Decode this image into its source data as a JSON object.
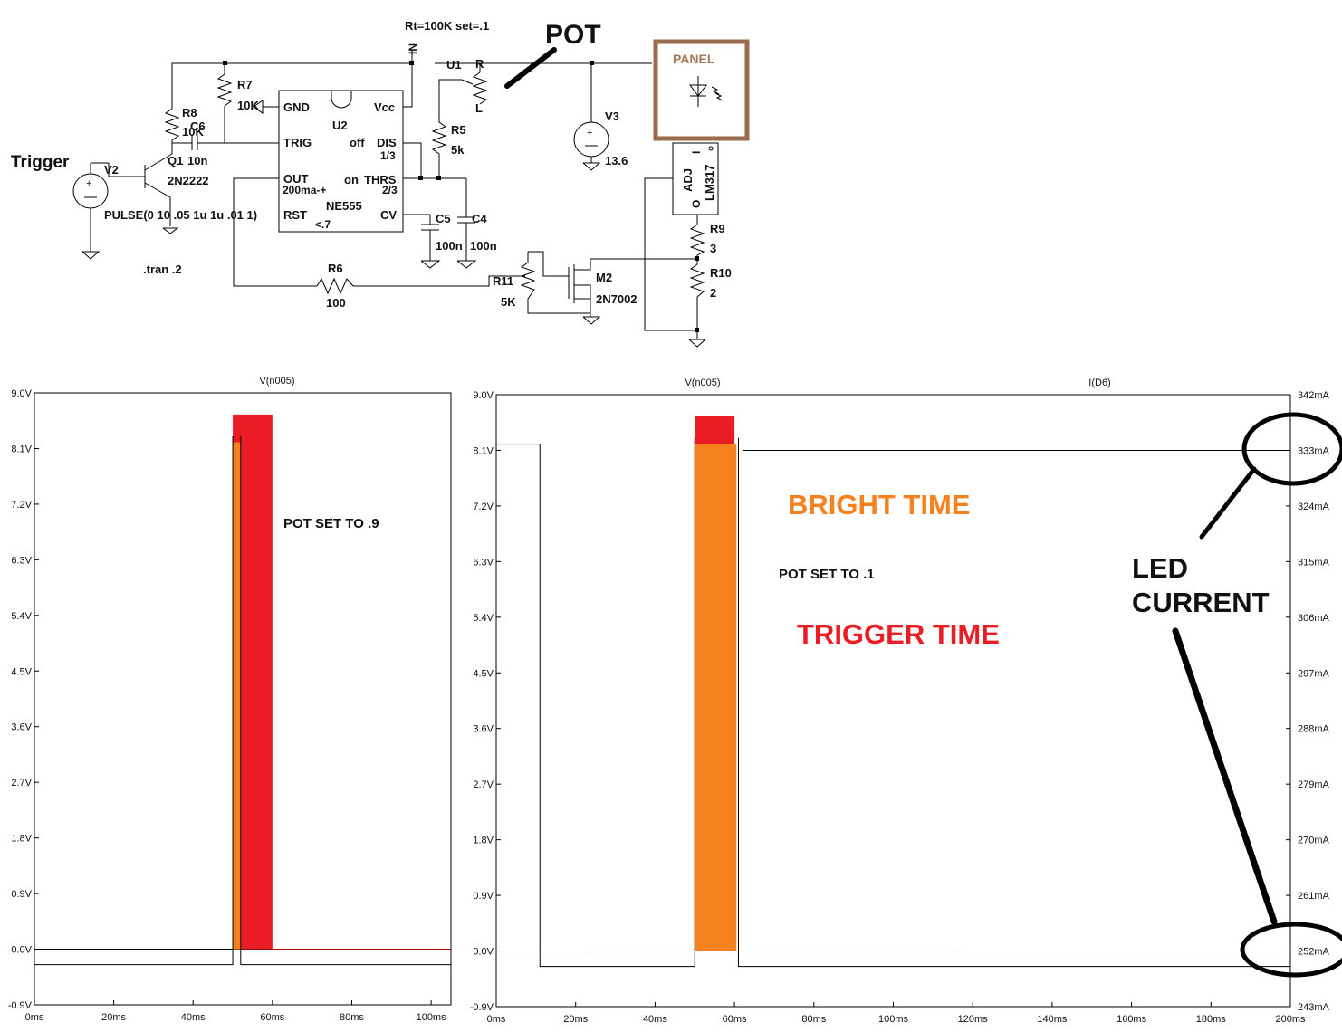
{
  "schematic": {
    "rt_note": "Rt=100K set=.1",
    "pot_label": "POT",
    "panel_label": "PANEL",
    "trigger_label": "Trigger",
    "tran_directive": ".tran .2",
    "pulse_spec": "PULSE(0 10 .05 1u 1u .01 1)",
    "components": {
      "r7": "R7",
      "r7v": "10K",
      "r8": "R8",
      "r8v": "10K",
      "c6": "C6",
      "c6v": "10n",
      "q1": "Q1",
      "q1v": "2N2222",
      "v2": "V2",
      "u1": "U1",
      "pin_in": "IN",
      "pin_r": "R",
      "pin_l": "L",
      "r5": "R5",
      "r5v": "5k",
      "v3": "V3",
      "v3v": "13.6",
      "u2": "U2",
      "ne555": "NE555",
      "gnd": "GND",
      "vcc": "Vcc",
      "trig": "TRIG",
      "dis": "DIS",
      "off": "off",
      "third": "1/3",
      "out": "OUT",
      "out_note": "200ma-+",
      "on": "on",
      "thrs": "THRS",
      "twothird": "2/3",
      "rst": "RST",
      "cv": "CV",
      "rst_note": "<.7",
      "c5": "C5",
      "c5v": "100n",
      "c4": "C4",
      "c4v": "100n",
      "r6": "R6",
      "r6v": "100",
      "r11": "R11",
      "r11v": "5K",
      "m2": "M2",
      "m2v": "2N7002",
      "lm317": "LM317",
      "adj": "ADJ",
      "pin_i": "I",
      "pin_o": "O",
      "r9": "R9",
      "r9v": "3",
      "r10": "R10",
      "r10v": "2"
    }
  },
  "annotations": {
    "pot_09": "POT SET TO .9",
    "pot_01": "POT SET TO .1",
    "bright": "BRIGHT TIME",
    "trigger_time": "TRIGGER TIME",
    "led_1": "LED",
    "led_2": "CURRENT",
    "bright_color": "#f6821f",
    "trigger_color": "#ea1c24"
  },
  "chart_data": [
    {
      "type": "line",
      "title": "V(n005)",
      "x_ticks": [
        "0ms",
        "20ms",
        "40ms",
        "60ms",
        "80ms",
        "100ms"
      ],
      "xlim_ms": [
        0,
        105
      ],
      "y_ticks": [
        "9.0V",
        "8.1V",
        "7.2V",
        "6.3V",
        "5.4V",
        "4.5V",
        "3.6V",
        "2.7V",
        "1.8V",
        "0.9V",
        "0.0V",
        "-0.9V"
      ],
      "ylim_v": [
        -0.9,
        9.0
      ],
      "regions": [
        {
          "name": "trigger",
          "x_start_ms": 50,
          "x_end_ms": 60,
          "y_top_v": 8.65,
          "color": "#ea1c24"
        },
        {
          "name": "bright",
          "x_start_ms": 50,
          "x_end_ms": 52,
          "y_top_v": 8.2,
          "color": "#f6821f"
        }
      ],
      "traces": [
        {
          "points_ms_v": [
            [
              0,
              -0.25
            ],
            [
              50,
              -0.25
            ],
            [
              50,
              8.3
            ]
          ]
        },
        {
          "points_ms_v": [
            [
              52,
              8.3
            ],
            [
              52,
              -0.25
            ],
            [
              105,
              -0.25
            ]
          ]
        },
        {
          "points_ms_v": [
            [
              60,
              0.0
            ],
            [
              105,
              0.0
            ]
          ],
          "color": "#b40000"
        }
      ]
    },
    {
      "type": "line",
      "title": "V(n005)",
      "title2": "I(D6)",
      "x_ticks": [
        "0ms",
        "20ms",
        "40ms",
        "60ms",
        "80ms",
        "100ms",
        "120ms",
        "140ms",
        "160ms",
        "180ms",
        "200ms"
      ],
      "xlim_ms": [
        0,
        200
      ],
      "y_ticks": [
        "9.0V",
        "8.1V",
        "7.2V",
        "6.3V",
        "5.4V",
        "4.5V",
        "3.6V",
        "2.7V",
        "1.8V",
        "0.9V",
        "0.0V",
        "-0.9V"
      ],
      "ylim_v": [
        -0.9,
        9.0
      ],
      "y2_ticks": [
        "342mA",
        "333mA",
        "324mA",
        "315mA",
        "306mA",
        "297mA",
        "288mA",
        "279mA",
        "270mA",
        "261mA",
        "252mA",
        "243mA"
      ],
      "y2lim_ma": [
        243,
        342
      ],
      "regions": [
        {
          "name": "trigger",
          "x_start_ms": 50,
          "x_end_ms": 60,
          "y_top_v": 8.65,
          "color": "#ea1c24"
        },
        {
          "name": "bright",
          "x_start_ms": 50,
          "x_end_ms": 60.5,
          "y_top_v": 8.2,
          "color": "#f6821f"
        }
      ],
      "traces": [
        {
          "points_ms_v": [
            [
              0,
              8.2
            ],
            [
              11,
              8.2
            ],
            [
              11,
              -0.25
            ],
            [
              50,
              -0.25
            ],
            [
              50,
              8.3
            ]
          ]
        },
        {
          "points_ms_v": [
            [
              61,
              8.3
            ],
            [
              61,
              -0.25
            ],
            [
              200,
              -0.25
            ]
          ]
        },
        {
          "points_ms_ma": [
            [
              62,
              333
            ],
            [
              200,
              333
            ]
          ]
        },
        {
          "points_ms_ma": [
            [
              62,
              252
            ],
            [
              200,
              252
            ]
          ]
        },
        {
          "points_ms_v": [
            [
              24,
              0.0
            ],
            [
              116,
              0.0
            ]
          ],
          "color": "#b40000"
        }
      ]
    }
  ]
}
